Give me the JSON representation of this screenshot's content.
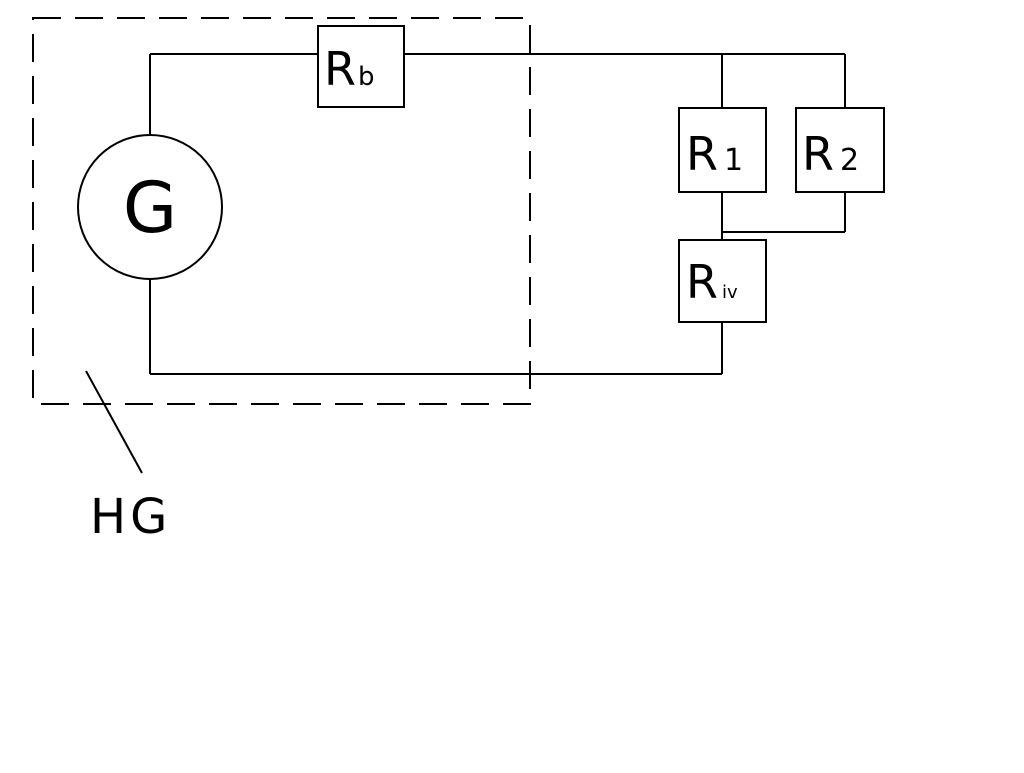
{
  "diagram": {
    "generator": {
      "symbol": "G",
      "enclosure_label": "HG"
    },
    "resistors": {
      "rb": {
        "main": "R",
        "sub": "b"
      },
      "r1": {
        "main": "R",
        "sub": "1"
      },
      "r2": {
        "main": "R",
        "sub": "2"
      },
      "riv": {
        "main": "R",
        "sub": "iv"
      }
    }
  }
}
